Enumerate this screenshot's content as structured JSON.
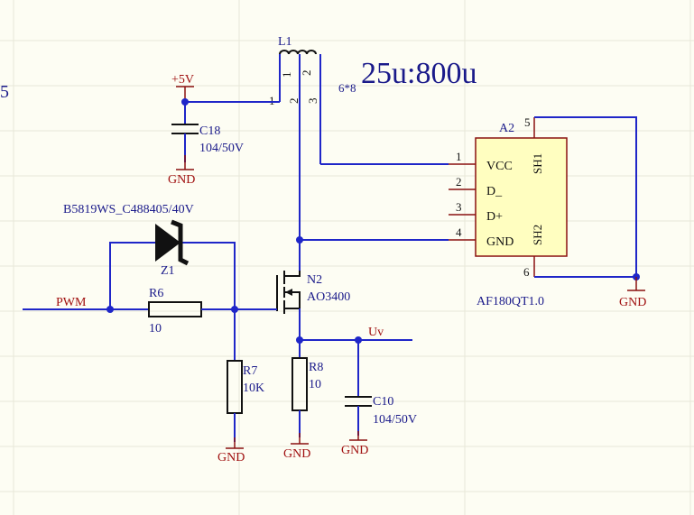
{
  "schematic": {
    "big_note": "25u:800u",
    "left_edge_text": "5",
    "inductor": {
      "ref": "L1",
      "pins": [
        "1",
        "2",
        "2",
        "3",
        "1"
      ],
      "spec": "6*8"
    },
    "power": {
      "vcc": "+5V",
      "gnd": "GND"
    },
    "capacitors": [
      {
        "ref": "C18",
        "value": "104/50V"
      },
      {
        "ref": "C10",
        "value": "104/50V"
      }
    ],
    "diode": {
      "ref": "Z1",
      "part": "B5819WS_C488405/40V"
    },
    "resistors": [
      {
        "ref": "R6",
        "value": "10"
      },
      {
        "ref": "R7",
        "value": "10K"
      },
      {
        "ref": "R8",
        "value": "10"
      }
    ],
    "mosfet": {
      "ref": "N2",
      "part": "AO3400"
    },
    "nets": {
      "pwm": "PWM",
      "uv": "Uv"
    },
    "connector": {
      "ref": "A2",
      "part": "AF180QT1.0",
      "pins": [
        {
          "num": "1",
          "name": "VCC"
        },
        {
          "num": "2",
          "name": "D_"
        },
        {
          "num": "3",
          "name": "D+"
        },
        {
          "num": "4",
          "name": "GND"
        }
      ],
      "shield": [
        {
          "num": "5",
          "name": "SH1"
        },
        {
          "num": "6",
          "name": "SH2"
        }
      ]
    }
  }
}
